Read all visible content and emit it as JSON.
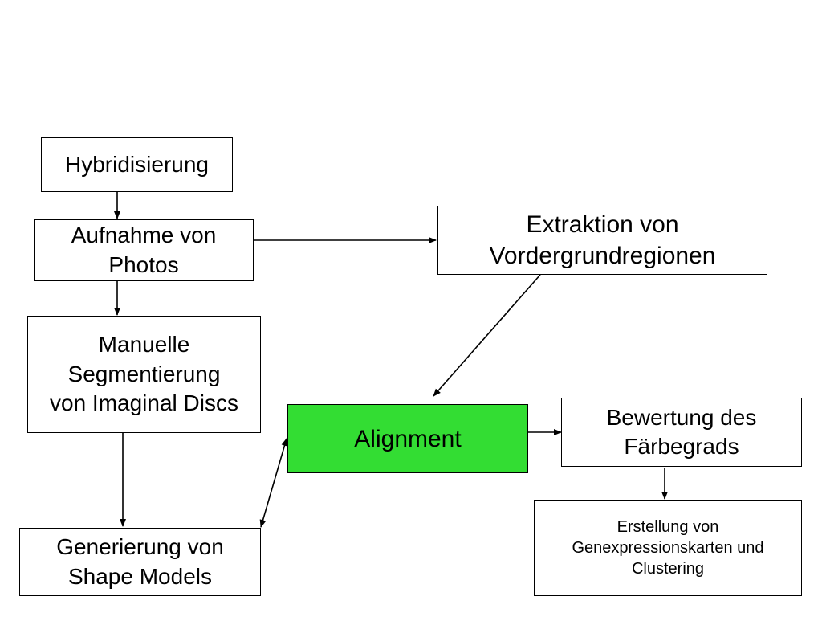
{
  "nodes": {
    "hybridisierung": "Hybridisierung",
    "aufnahme": "Aufnahme von\nPhotos",
    "extraktion": "Extraktion von\nVordergrundregionen",
    "segmentierung": "Manuelle\nSegmentierung\nvon Imaginal Discs",
    "alignment": "Alignment",
    "bewertung": "Bewertung des\nFärbegrads",
    "generierung": "Generierung von\nShape Models",
    "erstellung": "Erstellung von\nGenexpressionskarten und\nClustering"
  },
  "colors": {
    "alignment_fill": "#33dd33",
    "stroke": "#000000"
  }
}
